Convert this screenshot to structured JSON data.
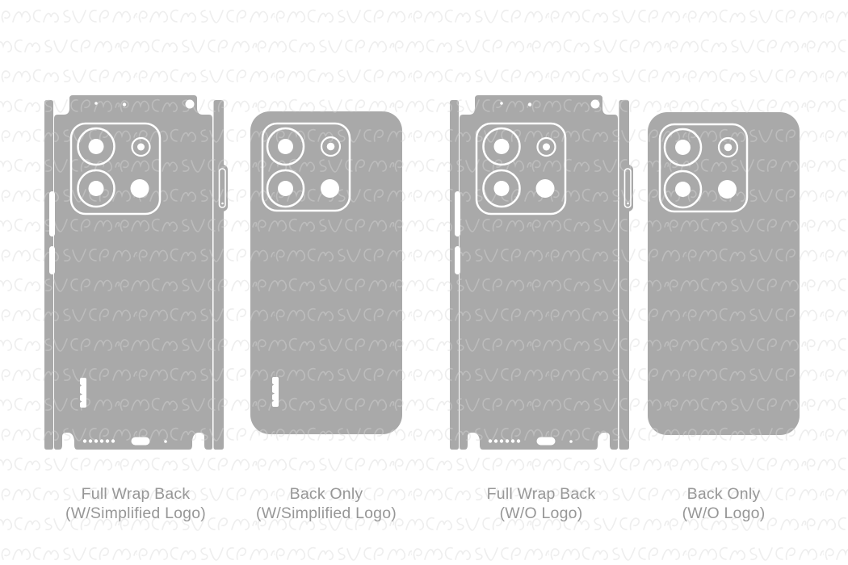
{
  "page": {
    "description": "Phone skin vinyl template cutouts preview sheet",
    "background_color": "#ffffff"
  },
  "colors": {
    "template_fill": "#a9a9a9",
    "cutout_stroke": "#ffffff",
    "label_text": "#979797",
    "watermark_line_on_white": "#e9e9e9",
    "watermark_line_on_gray": "rgba(255,255,255,0.2)"
  },
  "templates": [
    {
      "type": "full-wrap-back",
      "has_logo_cutout": true,
      "label_line1": "Full Wrap Back",
      "label_line2": "(W/Simplified Logo)"
    },
    {
      "type": "back-only",
      "has_logo_cutout": true,
      "label_line1": "Back Only",
      "label_line2": "(W/Simplified Logo)"
    },
    {
      "type": "full-wrap-back",
      "has_logo_cutout": false,
      "label_line1": "Full Wrap Back",
      "label_line2": "(W/O Logo)"
    },
    {
      "type": "back-only",
      "has_logo_cutout": false,
      "label_line1": "Back Only",
      "label_line2": "(W/O Logo)"
    }
  ]
}
